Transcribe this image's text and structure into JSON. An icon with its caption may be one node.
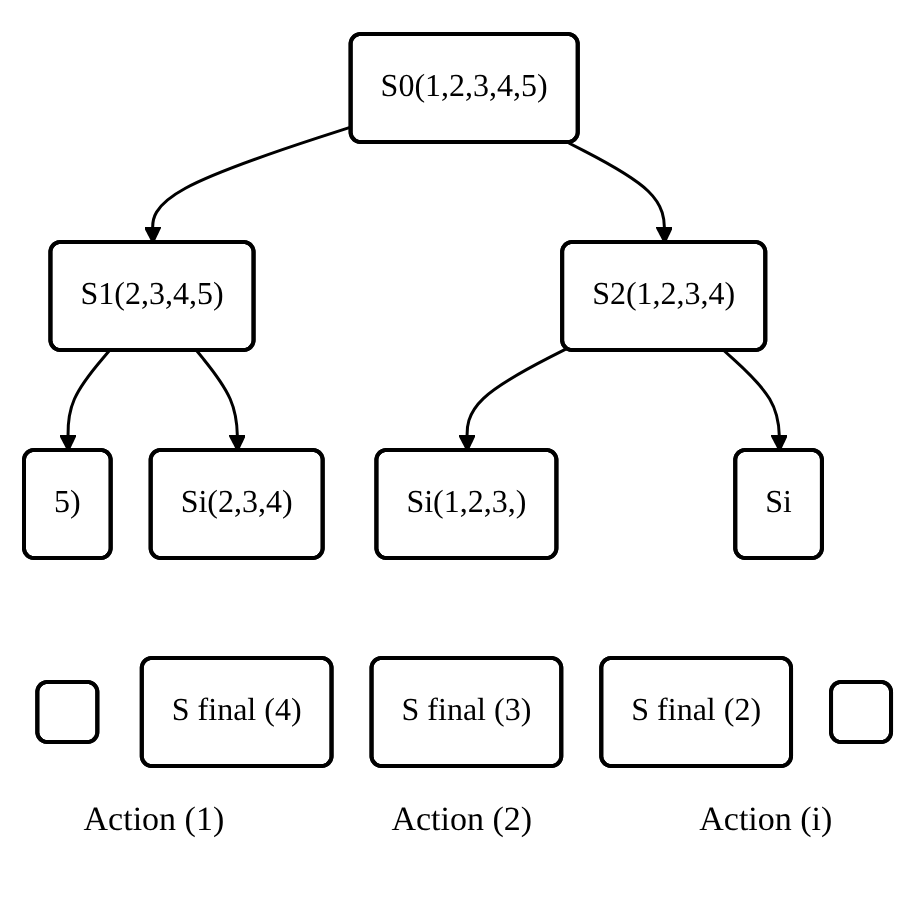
{
  "diagram": {
    "nodes": [
      {
        "text": [
          "S0(1,2,3,4,5)"
        ]
      },
      {
        "text": [
          "S1(2,3,4,5)"
        ]
      },
      {
        "text": [
          "S2(1,2,3,4)"
        ]
      },
      {
        "text": [
          "5)"
        ]
      },
      {
        "text": [
          "Si(2,3,4)"
        ]
      },
      {
        "text": [
          "Si(1,2,3,)"
        ]
      },
      {
        "text": [
          "Si"
        ]
      },
      {
        "text": [],
        "shape": "box"
      },
      {
        "text": [
          "S final (4)"
        ]
      },
      {
        "text": [
          "S final (3)"
        ]
      },
      {
        "text": [
          "S final (2)"
        ]
      },
      {
        "text": [],
        "shape": "box"
      }
    ],
    "edges": [
      {
        "from": 0,
        "to": 1,
        "arrow": "to"
      },
      {
        "from": 0,
        "to": 2,
        "arrow": "to"
      },
      {
        "from": 1,
        "to": 3,
        "arrow": "to"
      },
      {
        "from": 1,
        "to": 4,
        "arrow": "to"
      },
      {
        "from": 2,
        "to": 5,
        "arrow": "to"
      },
      {
        "from": 2,
        "to": 6,
        "arrow": "to"
      }
    ],
    "labels": [
      "Action (1)",
      "Action (2)",
      "Action (i)"
    ]
  }
}
